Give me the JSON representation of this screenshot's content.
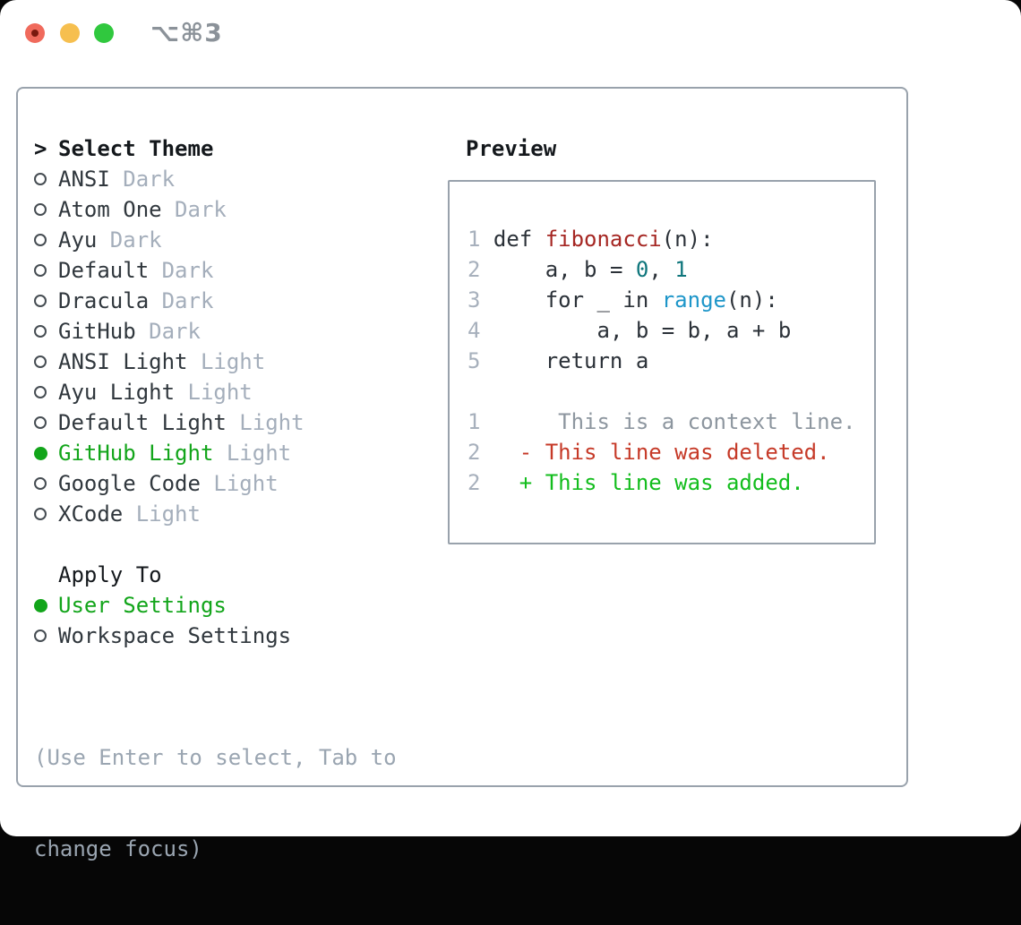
{
  "titlebar": {
    "shortcut_label": "⌥⌘3"
  },
  "theme_panel": {
    "header_marker": ">",
    "header_label": "Select Theme",
    "themes": [
      {
        "name": "ANSI",
        "tag": "Dark",
        "selected": false
      },
      {
        "name": "Atom One",
        "tag": "Dark",
        "selected": false
      },
      {
        "name": "Ayu",
        "tag": "Dark",
        "selected": false
      },
      {
        "name": "Default",
        "tag": "Dark",
        "selected": false
      },
      {
        "name": "Dracula",
        "tag": "Dark",
        "selected": false
      },
      {
        "name": "GitHub",
        "tag": "Dark",
        "selected": false
      },
      {
        "name": "ANSI Light",
        "tag": "Light",
        "selected": false
      },
      {
        "name": "Ayu Light",
        "tag": "Light",
        "selected": false
      },
      {
        "name": "Default Light",
        "tag": "Light",
        "selected": false
      },
      {
        "name": "GitHub Light",
        "tag": "Light",
        "selected": true
      },
      {
        "name": "Google Code",
        "tag": "Light",
        "selected": false
      },
      {
        "name": "XCode",
        "tag": "Light",
        "selected": false
      }
    ],
    "apply_to_label": "Apply To",
    "apply_options": [
      {
        "name": "User Settings",
        "selected": true
      },
      {
        "name": "Workspace Settings",
        "selected": false
      }
    ],
    "help_lines": [
      "(Use Enter to select, Tab to",
      "change focus)"
    ]
  },
  "preview": {
    "header_label": "Preview",
    "code_lines": [
      {
        "num": "1",
        "tokens": [
          {
            "t": "def ",
            "c": "plain"
          },
          {
            "t": "fibonacci",
            "c": "func"
          },
          {
            "t": "(n):",
            "c": "plain"
          }
        ]
      },
      {
        "num": "2",
        "tokens": [
          {
            "t": "    ",
            "c": "plain"
          },
          {
            "t": "a",
            "c": "var"
          },
          {
            "t": ", ",
            "c": "plain"
          },
          {
            "t": "b",
            "c": "var"
          },
          {
            "t": " = ",
            "c": "plain"
          },
          {
            "t": "0",
            "c": "number"
          },
          {
            "t": ", ",
            "c": "plain"
          },
          {
            "t": "1",
            "c": "number"
          }
        ]
      },
      {
        "num": "3",
        "tokens": [
          {
            "t": "    for _ in ",
            "c": "plain"
          },
          {
            "t": "range",
            "c": "builtin"
          },
          {
            "t": "(n):",
            "c": "plain"
          }
        ]
      },
      {
        "num": "4",
        "tokens": [
          {
            "t": "        ",
            "c": "plain"
          },
          {
            "t": "a",
            "c": "var"
          },
          {
            "t": ", ",
            "c": "plain"
          },
          {
            "t": "b",
            "c": "var"
          },
          {
            "t": " = ",
            "c": "plain"
          },
          {
            "t": "b",
            "c": "var"
          },
          {
            "t": ", ",
            "c": "plain"
          },
          {
            "t": "a",
            "c": "var"
          },
          {
            "t": " + ",
            "c": "plain"
          },
          {
            "t": "b",
            "c": "var"
          }
        ]
      },
      {
        "num": "5",
        "tokens": [
          {
            "t": "    return ",
            "c": "plain"
          },
          {
            "t": "a",
            "c": "var"
          }
        ]
      },
      {
        "num": "",
        "tokens": []
      },
      {
        "num": "1",
        "tokens": [
          {
            "t": "     This is a context line.",
            "c": "context"
          }
        ]
      },
      {
        "num": "2",
        "tokens": [
          {
            "t": "  - This line was deleted.",
            "c": "deleted"
          }
        ]
      },
      {
        "num": "2",
        "tokens": [
          {
            "t": "  + This line was added.",
            "c": "added"
          }
        ]
      }
    ]
  },
  "colors": {
    "accent_green": "#12a51a",
    "panel_border": "#99a2ac",
    "header_text": "#14181c",
    "name_text": "#30373d",
    "tag_text": "#a4aebb",
    "muted_text": "#9aa5b1",
    "lineno": "#a7b0bc",
    "code_plain": "#2b3138",
    "code_func": "#a52622",
    "code_number": "#0f767c",
    "code_builtin": "#1e96c9",
    "diff_context": "#8d969f",
    "diff_deleted": "#c63a28",
    "diff_added": "#13bd1d",
    "titlebar_text": "#8b9299",
    "light_red": "#f06a5c",
    "light_yellow": "#f6bf4f",
    "light_green": "#30c83e"
  }
}
